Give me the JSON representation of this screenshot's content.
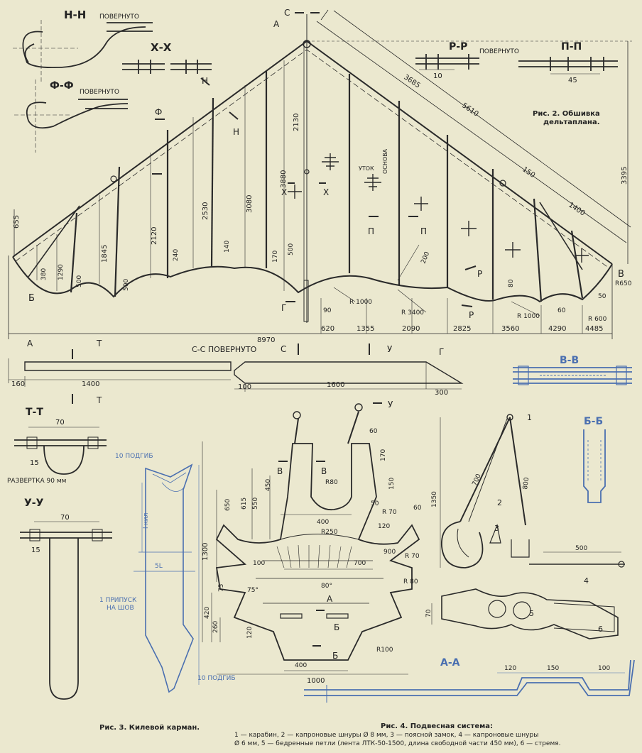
{
  "fig2": {
    "caption_line1": "Рис. 2. Обшивка",
    "caption_line2": "дельтаплана.",
    "dims": {
      "d3685": "3685",
      "d5610": "5610",
      "d150": "150",
      "d1400": "1400",
      "d3395": "3395",
      "d655": "655",
      "d380": "380",
      "d1290": "1290",
      "d500a": "500",
      "d1845": "1845",
      "d500b": "500",
      "d2120": "2120",
      "d240": "240",
      "d2530": "2530",
      "d140": "140",
      "d3080": "3080",
      "d170": "170",
      "d500c": "500",
      "d2130": "2130",
      "d3880": "3880",
      "d200": "200",
      "d90": "90",
      "dR1000a": "R 1000",
      "dR3400": "R 3400",
      "dR1000b": "R 1000",
      "d80": "80",
      "d60": "60",
      "d50": "50",
      "dR650": "R650",
      "dR600": "R 600",
      "d8970": "8970",
      "d620": "620",
      "d1355": "1355",
      "d2090": "2090",
      "d2825": "2825",
      "d3560": "3560",
      "d4290": "4290",
      "d4485": "4485"
    },
    "labels": {
      "A": "А",
      "C": "С",
      "B": "Б",
      "V": "В",
      "G": "Г",
      "N": "Н",
      "N2": "Н",
      "F": "Ф",
      "X1": "Х",
      "X2": "Х",
      "P1": "П",
      "P2": "П",
      "R1": "Р",
      "R2": "Р",
      "utok": "УТОК",
      "osnova": "ОСНОВА"
    },
    "sections": {
      "nn_title": "Н-Н",
      "nn_sub": "ПОВЕРНУТО",
      "xx_title": "Х-Х",
      "ff_title": "Ф-Ф",
      "ff_sub": "ПОВЕРНУТО",
      "rr_title": "Р-Р",
      "rr_sub": "ПОВЕРНУТО",
      "rr_dim": "10",
      "pp_title": "П-П",
      "pp_dim": "45"
    }
  },
  "keel": {
    "A": "А",
    "T": "Т",
    "T2": "Т",
    "cc": "С-С ПОВЕРНУТО",
    "C": "С",
    "U": "У",
    "G": "Г",
    "d160": "160",
    "d1400": "1400",
    "d100": "100",
    "d1600": "1600",
    "d300": "300",
    "tt_title": "Т-Т",
    "tt_70": "70",
    "tt_15": "15",
    "tt_razv": "РАЗВЕРТКА 90 мм",
    "uu_title": "У-У",
    "uu_70": "70",
    "uu_15": "15",
    "podgib1": "10 ПОДГИБ",
    "podgib2": "10 ПОДГИБ",
    "pripusk1": "1 ПРИПУСК",
    "pripusk2": "НА ШОВ",
    "d1300": "1300",
    "d5l": "5L",
    "lkil": "l кил",
    "caption": "Рис. 3. Килевой карман."
  },
  "harness": {
    "U": "У",
    "V1": "В",
    "V2": "В",
    "A": "А",
    "B1": "Б",
    "B2": "Б",
    "d60a": "60",
    "d170": "170",
    "d150": "150",
    "d450": "450",
    "dR80a": "R80",
    "d650": "650",
    "d615": "615",
    "d550": "550",
    "d400a": "400",
    "d50": "50",
    "dR70a": "R 70",
    "d60b": "60",
    "d120a": "120",
    "dR250": "R250",
    "d900": "900",
    "d700": "700",
    "dR70b": "R 70",
    "d100": "100",
    "dR80b": "R 80",
    "d75": "75",
    "d75deg": "75°",
    "d80deg": "80°",
    "d420": "420",
    "d260": "260",
    "d120b": "120",
    "dR100": "R100",
    "d400b": "400",
    "d1000": "1000",
    "d1300": "1300",
    "s_1": "1",
    "s_2": "2",
    "s_3": "3",
    "s_4": "4",
    "s_5": "5",
    "s_6": "6",
    "s_700": "700",
    "s_800": "800",
    "s_1350": "1350",
    "s_500": "500",
    "s_70": "70",
    "vv_title": "В-В",
    "bb_title": "Б-Б",
    "aa_title": "А-А",
    "aa_120": "120",
    "aa_150": "150",
    "aa_100": "100",
    "caption_title": "Рис. 4. Подвесная система:",
    "caption_line1": "1 — карабин, 2 — капроновые шнуры Ø 8 мм, 3 — поясной замок, 4 — капроновые шнуры",
    "caption_line2": "Ø 6 мм, 5 — бедренные петли (лента ЛТК-50-1500, длина свободной части 450 мм), 6 — стремя."
  }
}
